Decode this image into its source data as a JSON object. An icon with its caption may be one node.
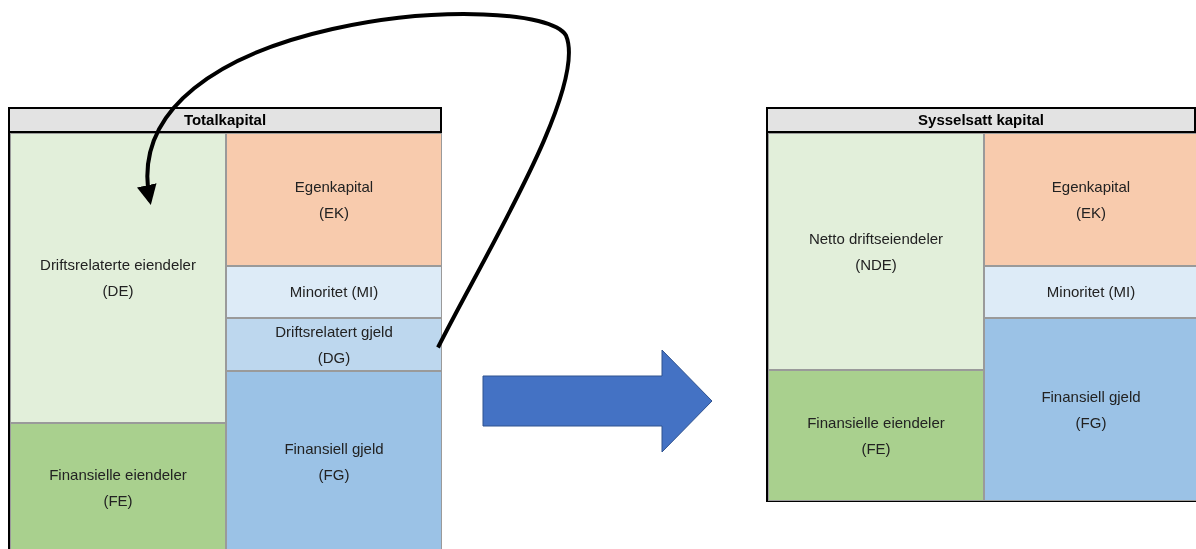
{
  "diagram": {
    "nodes": [
      {
        "text": [
          "Totalkapital"
        ]
      },
      {
        "text": [
          "Driftsrelaterte eiendeler (DE)"
        ],
        "in": 0
      },
      {
        "text": [
          "Egenkapital (EK)"
        ],
        "in": 0
      },
      {
        "text": [
          "Minoritet (MI)"
        ],
        "in": 0
      },
      {
        "text": [
          "Driftsrelatert gjeld (DG)"
        ],
        "in": 0
      },
      {
        "text": [
          "Finansielle eiendeler (FE)"
        ],
        "in": 0
      },
      {
        "text": [
          "Finansiell gjeld (FG)"
        ],
        "in": 0
      },
      {
        "text": [
          "Sysselsatt kapital"
        ]
      },
      {
        "text": [
          "Netto driftseiendeler (NDE)"
        ],
        "in": 7
      },
      {
        "text": [
          "Egenkapital (EK)"
        ],
        "in": 7
      },
      {
        "text": [
          "Minoritet (MI)"
        ],
        "in": 7
      },
      {
        "text": [
          "Finansielle eiendeler (FE)"
        ],
        "in": 7
      },
      {
        "text": [
          "Finansiell gjeld (FG)"
        ],
        "in": 7
      }
    ],
    "edges": [
      {
        "from": 4,
        "to": 1,
        "arrow": "to"
      },
      {
        "from": 0,
        "to": 7,
        "arrow": "to",
        "style": "thick",
        "color": "#4472c4"
      }
    ]
  }
}
